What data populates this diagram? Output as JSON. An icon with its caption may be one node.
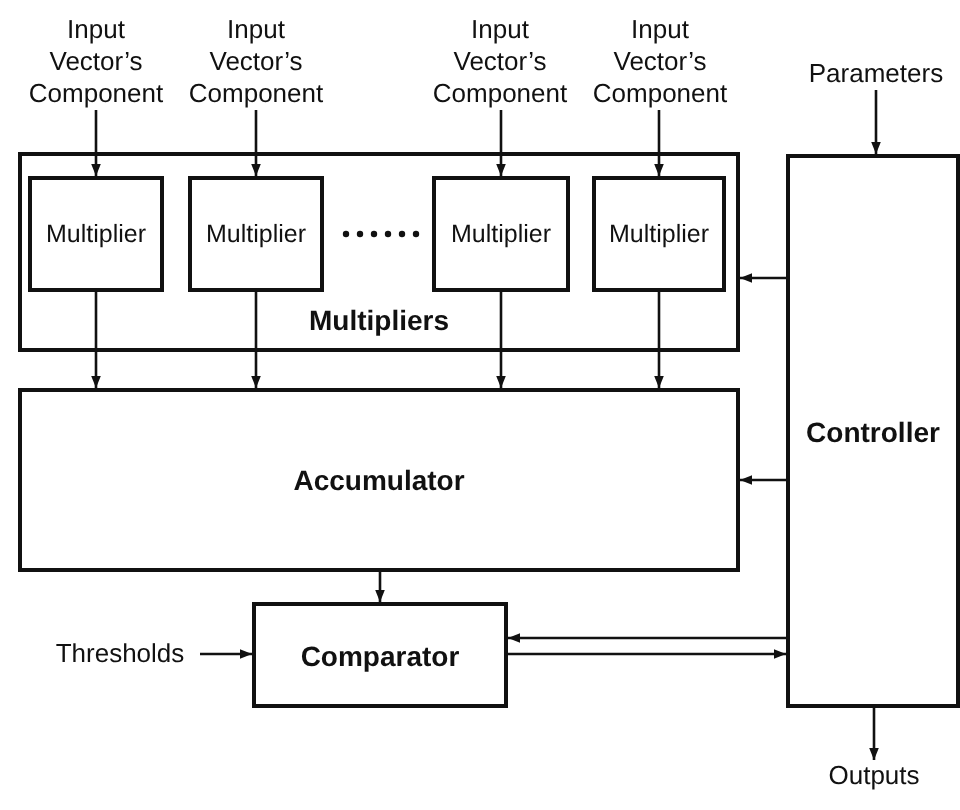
{
  "diagram": {
    "nodes": [
      {
        "text": [
          "Input Vector’s Component"
        ]
      },
      {
        "text": [
          "Input Vector’s Component"
        ]
      },
      {
        "text": [
          "Input Vector’s Component"
        ]
      },
      {
        "text": [
          "Input Vector’s Component"
        ]
      },
      {
        "text": [
          "Parameters"
        ]
      },
      {
        "text": [
          "Multipliers"
        ]
      },
      {
        "text": [
          "Multiplier"
        ],
        "in": 5
      },
      {
        "text": [
          "Multiplier"
        ],
        "in": 5
      },
      {
        "text": [
          "Multiplier"
        ],
        "in": 5
      },
      {
        "text": [
          "Multiplier"
        ],
        "in": 5
      },
      {
        "text": [
          "Controller"
        ]
      },
      {
        "text": [
          "Accumulator"
        ]
      },
      {
        "text": [
          "Thresholds"
        ]
      },
      {
        "text": [
          "Comparator"
        ]
      },
      {
        "text": [
          "Outputs"
        ]
      }
    ],
    "edges": [
      {
        "from": 0,
        "to": 6,
        "arrow": "to"
      },
      {
        "from": 1,
        "to": 7,
        "arrow": "to"
      },
      {
        "from": 2,
        "to": 8,
        "arrow": "to"
      },
      {
        "from": 3,
        "to": 9,
        "arrow": "to"
      },
      {
        "from": 4,
        "to": 10,
        "arrow": "to"
      },
      {
        "from": 10,
        "to": 5,
        "arrow": "to"
      },
      {
        "from": 6,
        "to": 11,
        "arrow": "to"
      },
      {
        "from": 7,
        "to": 11,
        "arrow": "to"
      },
      {
        "from": 8,
        "to": 11,
        "arrow": "to"
      },
      {
        "from": 9,
        "to": 11,
        "arrow": "to"
      },
      {
        "from": 10,
        "to": 11,
        "arrow": "to"
      },
      {
        "from": 11,
        "to": 13,
        "arrow": "to"
      },
      {
        "from": 12,
        "to": 13,
        "arrow": "to"
      },
      {
        "from": 10,
        "to": 13,
        "arrow": "to"
      },
      {
        "from": 13,
        "to": 10,
        "arrow": "to"
      },
      {
        "from": 10,
        "to": 14,
        "arrow": "to"
      }
    ]
  }
}
